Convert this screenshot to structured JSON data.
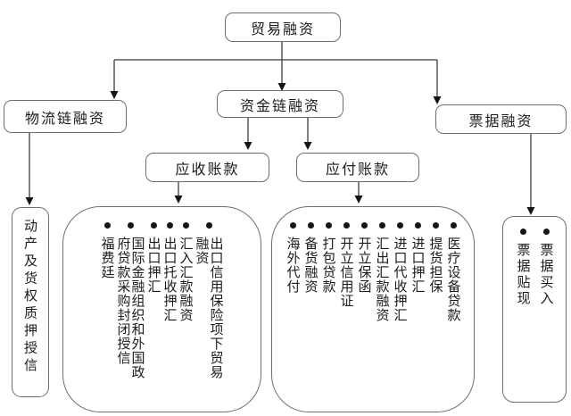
{
  "diagram": {
    "root": {
      "label": "贸易融资"
    },
    "level2": [
      {
        "id": "logistics",
        "label": "物流链融资"
      },
      {
        "id": "capital",
        "label": "资金链融资"
      },
      {
        "id": "bill",
        "label": "票据融资"
      }
    ],
    "level3": [
      {
        "id": "receivable",
        "label": "应收账款"
      },
      {
        "id": "payable",
        "label": "应付账款"
      }
    ],
    "leaf_groups": {
      "logistics": {
        "has_bullets": false,
        "items": [
          {
            "label": "动产及货权质押授信"
          }
        ]
      },
      "receivable": {
        "has_bullets": true,
        "items": [
          {
            "label": "出口信用保险项下贸易融资"
          },
          {
            "label": "汇入汇款融资"
          },
          {
            "label": "出口托收押汇"
          },
          {
            "label": "出口押汇"
          },
          {
            "label": "国际金融组织和外国政府贷款采购封闭授信"
          },
          {
            "label": "福费廷"
          }
        ]
      },
      "payable": {
        "has_bullets": true,
        "items": [
          {
            "label": "医疗设备贷款"
          },
          {
            "label": "提货担保"
          },
          {
            "label": "进口押汇"
          },
          {
            "label": "进口代收押汇"
          },
          {
            "label": "汇出汇款融资"
          },
          {
            "label": "开立保函"
          },
          {
            "label": "开立信用证"
          },
          {
            "label": "打包贷款"
          },
          {
            "label": "备货融资"
          },
          {
            "label": "海外代付"
          }
        ]
      },
      "bill": {
        "has_bullets": true,
        "items": [
          {
            "label": "票据买入"
          },
          {
            "label": "票据贴现"
          }
        ]
      }
    }
  },
  "colors": {
    "background": "#ffffff",
    "box_border": "#6f6f6f",
    "connector_line": "#3c3c3c",
    "arrowhead": "#151515",
    "text": "#1b1b1b",
    "bullet": "#151515"
  }
}
